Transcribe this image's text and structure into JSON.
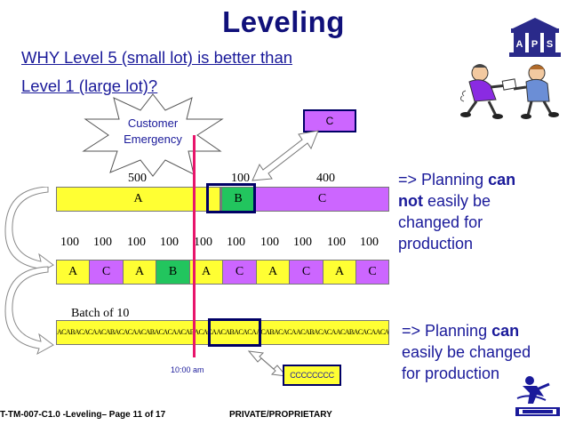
{
  "title": "Leveling",
  "question_line1": "WHY Level 5 (small lot) is better than",
  "question_line2": "Level 1 (large lot)?",
  "logo": {
    "letters": [
      "A",
      "P",
      "S"
    ]
  },
  "burst": {
    "line1": "Customer",
    "line2": "Emergency"
  },
  "emergency_box": {
    "label": "C"
  },
  "large_lot": {
    "quantities": [
      "500",
      "100",
      "400"
    ],
    "segments": [
      {
        "label": "A",
        "color": "#ffff33"
      },
      {
        "label": "B",
        "color": "#22c55e"
      },
      {
        "label": "C",
        "color": "#cc66ff"
      }
    ]
  },
  "small_lot": {
    "quantities": [
      "100",
      "100",
      "100",
      "100",
      "100",
      "100",
      "100",
      "100",
      "100",
      "100"
    ],
    "segments": [
      {
        "label": "A",
        "color": "#ffff33"
      },
      {
        "label": "C",
        "color": "#cc66ff"
      },
      {
        "label": "A",
        "color": "#ffff33"
      },
      {
        "label": "B",
        "color": "#22c55e"
      },
      {
        "label": "A",
        "color": "#ffff33"
      },
      {
        "label": "C",
        "color": "#cc66ff"
      },
      {
        "label": "A",
        "color": "#ffff33"
      },
      {
        "label": "C",
        "color": "#cc66ff"
      },
      {
        "label": "A",
        "color": "#ffff33"
      },
      {
        "label": "C",
        "color": "#cc66ff"
      }
    ]
  },
  "batch": {
    "label": "Batch of 10",
    "sequence": "ACABACACAACABACACAACABACACAACABACACAACABACACAACABACACAACABACACAACABACACAACABACACAACABACAC"
  },
  "time_label": "10:00 am",
  "c_batch": {
    "label": "CCCCCCCC"
  },
  "note_cannot": {
    "prefix": "=> Planning ",
    "bold1": "can",
    "bold2": "not",
    "rest1": " easily be",
    "line3": "changed for",
    "line4": "production"
  },
  "note_can": {
    "prefix": "=> Planning ",
    "bold": "can",
    "line2": "easily be changed",
    "line3": "for production"
  },
  "footer": {
    "left": "T-TM-007-C1.0 -Leveling– Page 11 of 17",
    "center": "PRIVATE/PROPRIETARY"
  },
  "colors": {
    "title": "#10107a",
    "text_blue": "#1a1a9a",
    "yellow": "#ffff33",
    "green": "#22c55e",
    "purple": "#cc66ff",
    "marker": "#e8156b",
    "navy": "#000066"
  }
}
